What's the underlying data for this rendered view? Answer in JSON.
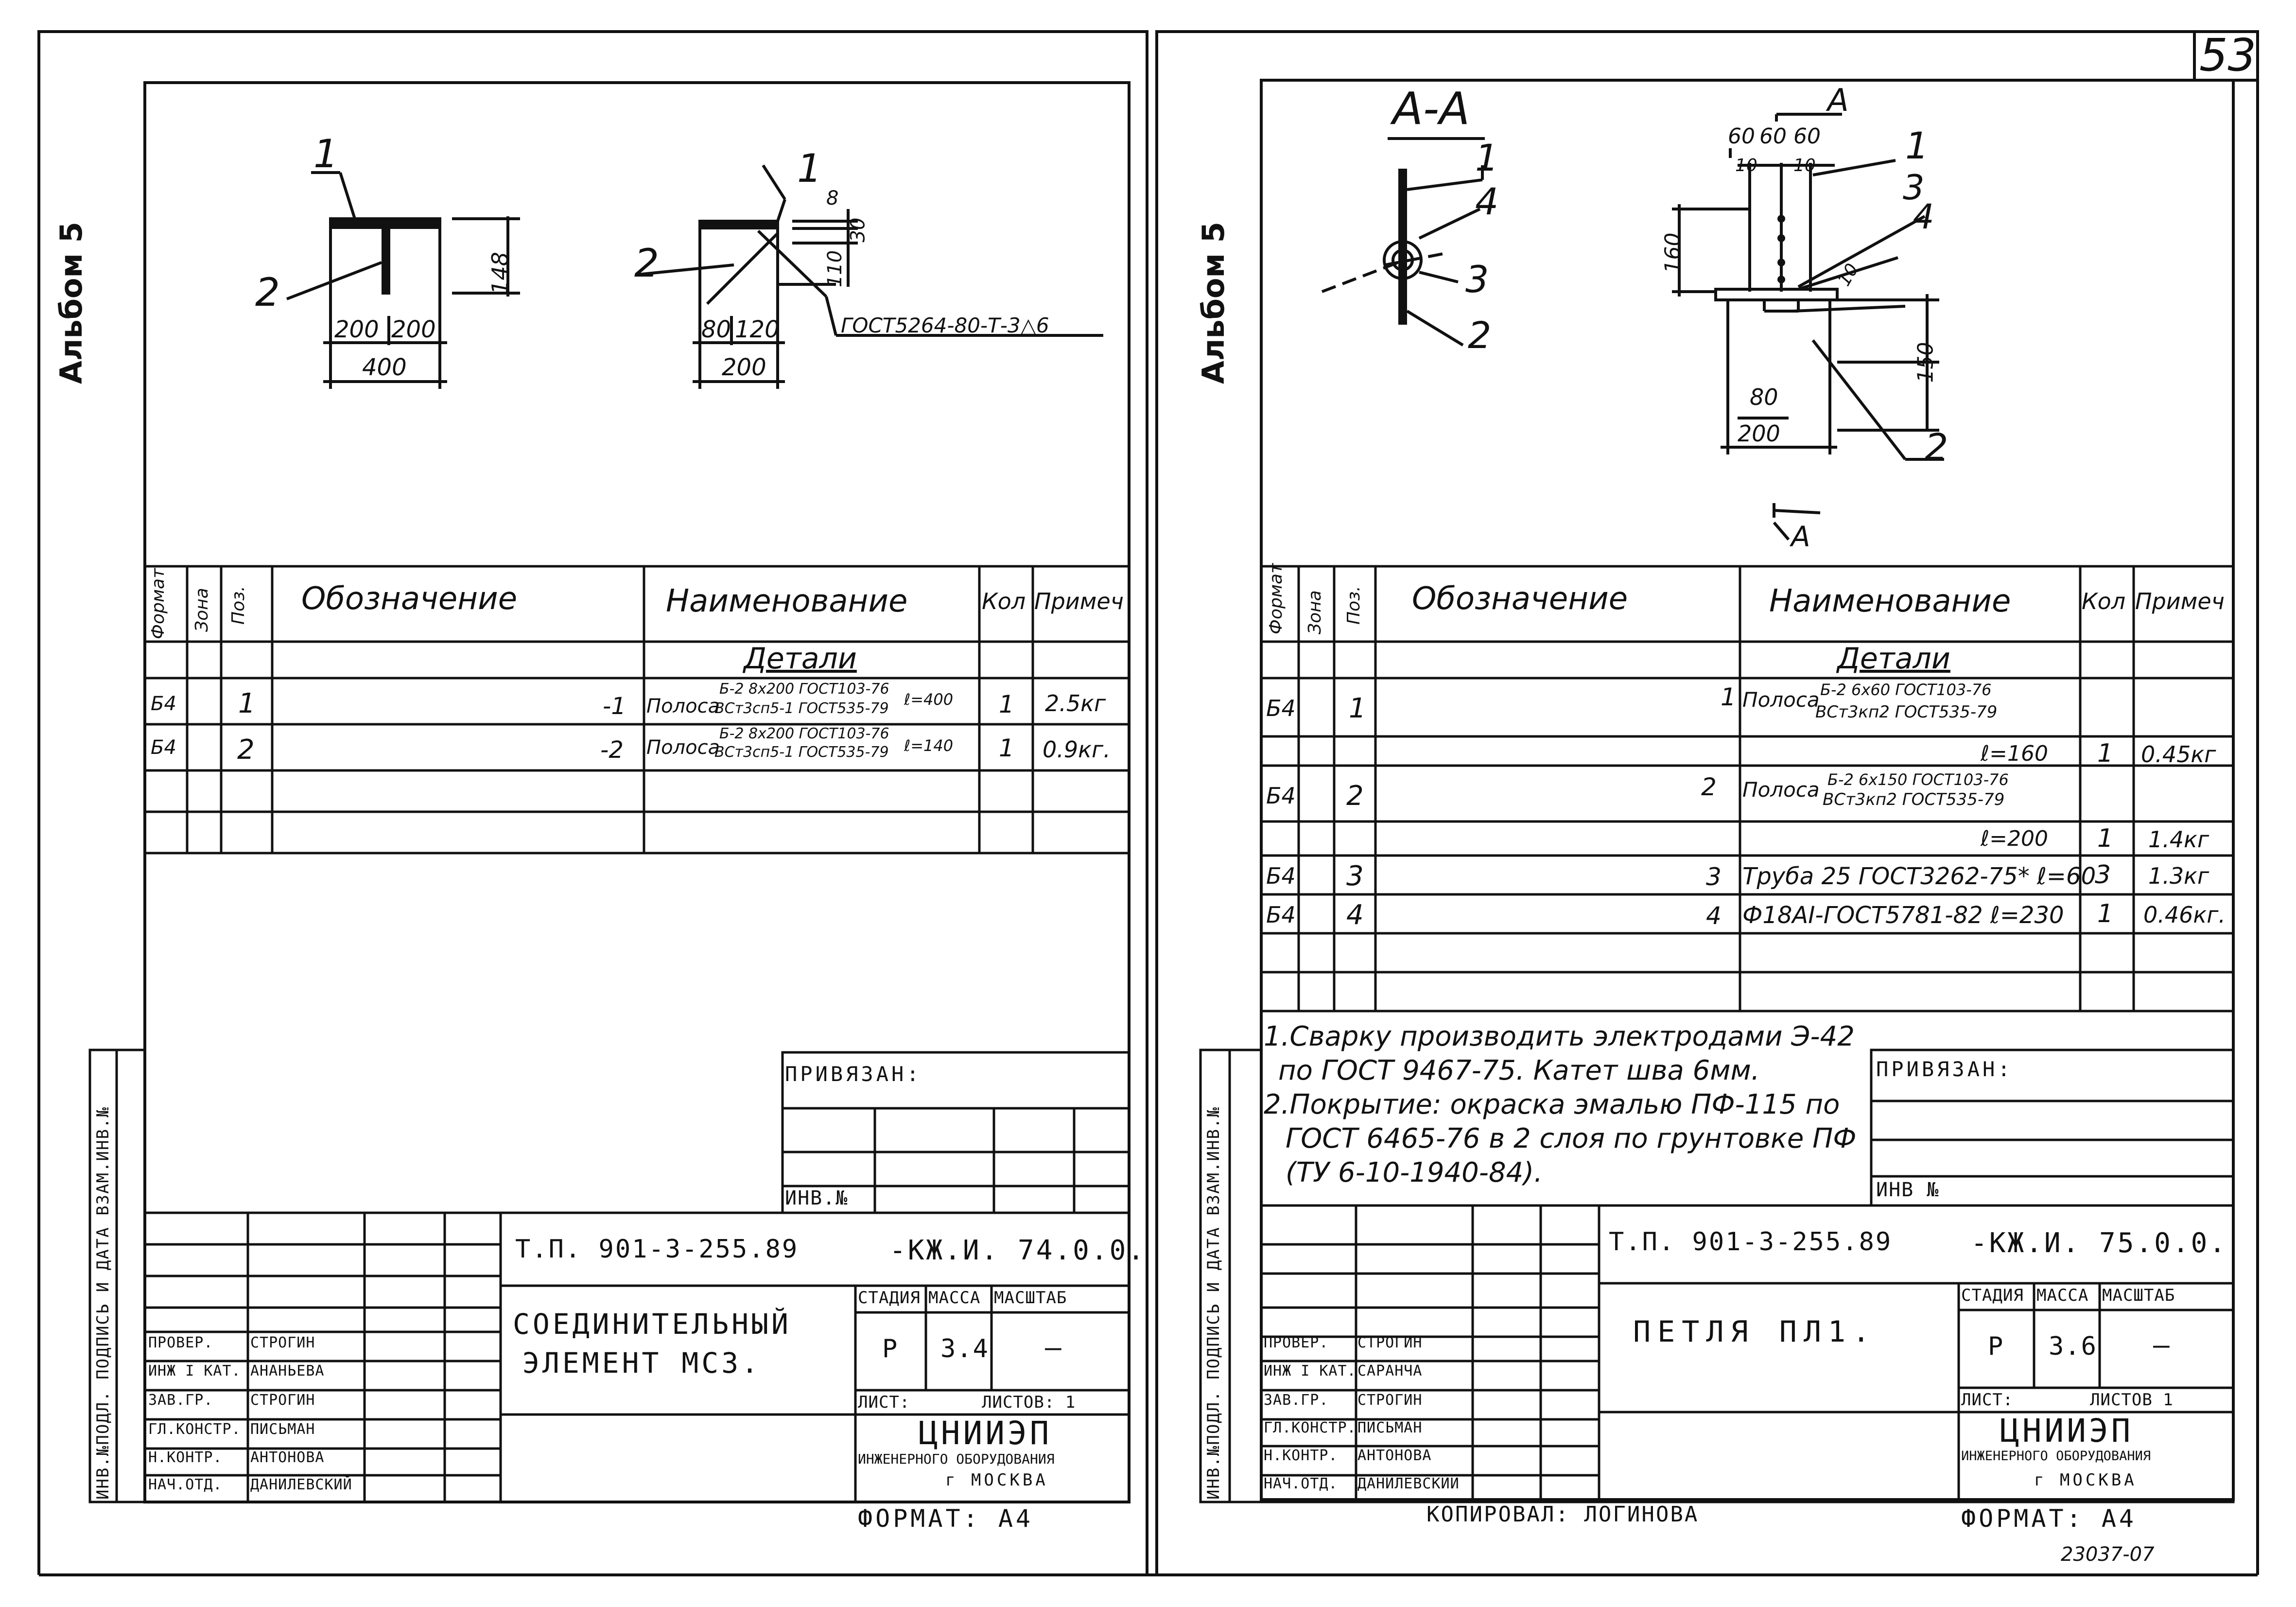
{
  "page_number": "53",
  "scan_code": "23037-07",
  "left": {
    "album": "Альбом 5",
    "drawing": {
      "part1": "1",
      "part2": "2",
      "dim_148": "148",
      "dim_200a": "200",
      "dim_200b": "200",
      "dim_400": "400",
      "dim_8": "8",
      "dim_30": "30",
      "dim_110": "110",
      "dim_80": "80",
      "dim_120": "120",
      "dim_200c": "200",
      "weld_note": "ГОСТ5264-80-Т-3△6"
    },
    "spec": {
      "headers": {
        "format": "Формат",
        "zone": "Зона",
        "pos": "Поз.",
        "designation": "Обозначение",
        "name": "Наименование",
        "qty": "Кол",
        "note": "Примеч"
      },
      "section": "Детали",
      "rows": [
        {
          "format": "Б4",
          "pos": "1",
          "designation": "-1",
          "name": "Полоса",
          "spec_top": "Б-2 8х200 ГОСТ103-76",
          "spec_bottom": "ВСт3сп5-1 ГОСТ535-79",
          "len": "ℓ=400",
          "qty": "1",
          "note": "2.5кг"
        },
        {
          "format": "Б4",
          "pos": "2",
          "designation": "-2",
          "name": "Полоса",
          "spec_top": "Б-2 8х200 ГОСТ103-76",
          "spec_bottom": "ВСт3сп5-1 ГОСТ535-79",
          "len": "ℓ=140",
          "qty": "1",
          "note": "0.9кг."
        }
      ]
    },
    "privyazan": "ПРИВЯЗАН:",
    "inv": "ИНВ.№",
    "side_stamp": "ИНВ.№ПОДЛ.   ПОДПИСЬ И ДАТА   ВЗАМ.ИНВ.№",
    "title_block": {
      "code": "Т.П. 901-3-255.89",
      "sheet_code": "-КЖ.И. 74.0.0.",
      "title_line1": "СОЕДИНИТЕЛЬНЫЙ",
      "title_line2": "ЭЛЕМЕНТ  МС3.",
      "stage_label": "СТАДИЯ",
      "mass_label": "МАССА",
      "scale_label": "МАСШТАБ",
      "stage": "Р",
      "mass": "3.4",
      "scale": "—",
      "sheet_label": "ЛИСТ:",
      "sheets_label": "ЛИСТОВ: 1",
      "org": "ЦНИИЭП",
      "org_sub": "ИНЖЕНЕРНОГО ОБОРУДОВАНИЯ",
      "city": "г МОСКВА",
      "format": "ФОРМАТ:  А4",
      "people": [
        {
          "role": "ПРОВЕР.",
          "name": "СТРОГИН"
        },
        {
          "role": "ИНЖ I КАТ.",
          "name": "АНАНЬЕВА"
        },
        {
          "role": "ЗАВ.ГР.",
          "name": "СТРОГИН"
        },
        {
          "role": "ГЛ.КОНСТР.",
          "name": "ПИСЬМАН"
        },
        {
          "role": "Н.КОНТР.",
          "name": "АНТОНОВА"
        },
        {
          "role": "НАЧ.ОТД.",
          "name": "ДАНИЛЕВСКИЙ"
        }
      ]
    }
  },
  "right": {
    "album": "Альбом 5",
    "section_label": "А-А",
    "cut_label_top": "А",
    "cut_label_bottom": "А",
    "drawing": {
      "p1": "1",
      "p2": "2",
      "p3": "3",
      "p4": "4",
      "s1": "1",
      "s2": "2",
      "s3": "3",
      "s4": "4",
      "dim_60a": "60",
      "dim_60b": "60",
      "dim_60c": "60",
      "dim_10a": "10",
      "dim_10b": "10",
      "dim_10c": "10",
      "dim_160": "160",
      "dim_150": "150",
      "dim_80": "80",
      "dim_200": "200"
    },
    "spec": {
      "headers": {
        "format": "Формат",
        "zone": "Зона",
        "pos": "Поз.",
        "designation": "Обозначение",
        "name": "Наименование",
        "qty": "Кол",
        "note": "Примеч"
      },
      "section": "Детали",
      "rows": [
        {
          "format": "Б4",
          "pos": "1",
          "designation": "1",
          "name": "Полоса",
          "spec_top": "Б-2 6х60 ГОСТ103-76",
          "spec_bottom": "ВСт3кп2 ГОСТ535-79",
          "len": "ℓ=160",
          "qty": "1",
          "note": "0.45кг"
        },
        {
          "format": "Б4",
          "pos": "2",
          "designation": "2",
          "name": "Полоса",
          "spec_top": "Б-2 6х150 ГОСТ103-76",
          "spec_bottom": "ВСт3кп2 ГОСТ535-79",
          "len": "ℓ=200",
          "qty": "1",
          "note": "1.4кг"
        },
        {
          "format": "Б4",
          "pos": "3",
          "designation": "3",
          "name": "Труба 25 ГОСТ3262-75* ℓ=60",
          "qty": "3",
          "note": "1.3кг"
        },
        {
          "format": "Б4",
          "pos": "4",
          "designation": "4",
          "name": "Ф18АI-ГОСТ5781-82 ℓ=230",
          "qty": "1",
          "note": "0.46кг."
        }
      ]
    },
    "notes": [
      "1.Сварку производить электродами Э-42",
      "по ГОСТ 9467-75. Катет шва 6мм.",
      "2.Покрытие: окраска эмалью ПФ-115 по",
      "ГОСТ 6465-76 в 2 слоя по грунтовке ПФ",
      "(ТУ 6-10-1940-84)."
    ],
    "privyazan": "ПРИВЯЗАН:",
    "inv": "ИНВ №",
    "side_stamp": "ИНВ.№ПОДЛ.   ПОДПИСЬ И ДАТА   ВЗАМ.ИНВ.№",
    "title_block": {
      "code": "Т.П. 901-3-255.89",
      "sheet_code": "-КЖ.И. 75.0.0.",
      "title": "ПЕТЛЯ  ПЛ1.",
      "stage_label": "СТАДИЯ",
      "mass_label": "МАССА",
      "scale_label": "МАСШТАБ",
      "stage": "Р",
      "mass": "3.6",
      "scale": "—",
      "sheet_label": "ЛИСТ:",
      "sheets_label": "ЛИСТОВ 1",
      "org": "ЦНИИЭП",
      "org_sub": "ИНЖЕНЕРНОГО ОБОРУДОВАНИЯ",
      "city": "г МОСКВА",
      "format": "ФОРМАТ:  А4",
      "copied": "КОПИРОВАЛ: ЛОГИНОВА",
      "people": [
        {
          "role": "ПРОВЕР.",
          "name": "СТРОГИН"
        },
        {
          "role": "ИНЖ I КАТ.",
          "name": "САРАНЧА"
        },
        {
          "role": "ЗАВ.ГР.",
          "name": "СТРОГИН"
        },
        {
          "role": "ГЛ.КОНСТР.",
          "name": "ПИСЬМАН"
        },
        {
          "role": "Н.КОНТР.",
          "name": "АНТОНОВА"
        },
        {
          "role": "НАЧ.ОТД.",
          "name": "ДАНИЛЕВСКИЙ"
        }
      ]
    }
  }
}
